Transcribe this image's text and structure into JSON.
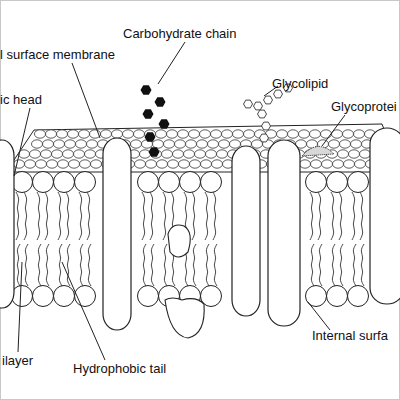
{
  "diagram": {
    "labels": [
      "Carbohydrate chain",
      "l surface membrane",
      "ic head",
      "Glycolipid",
      "Glycoprotei",
      "ilayer",
      "Hydrophobic tail",
      "Internal surfa"
    ]
  }
}
